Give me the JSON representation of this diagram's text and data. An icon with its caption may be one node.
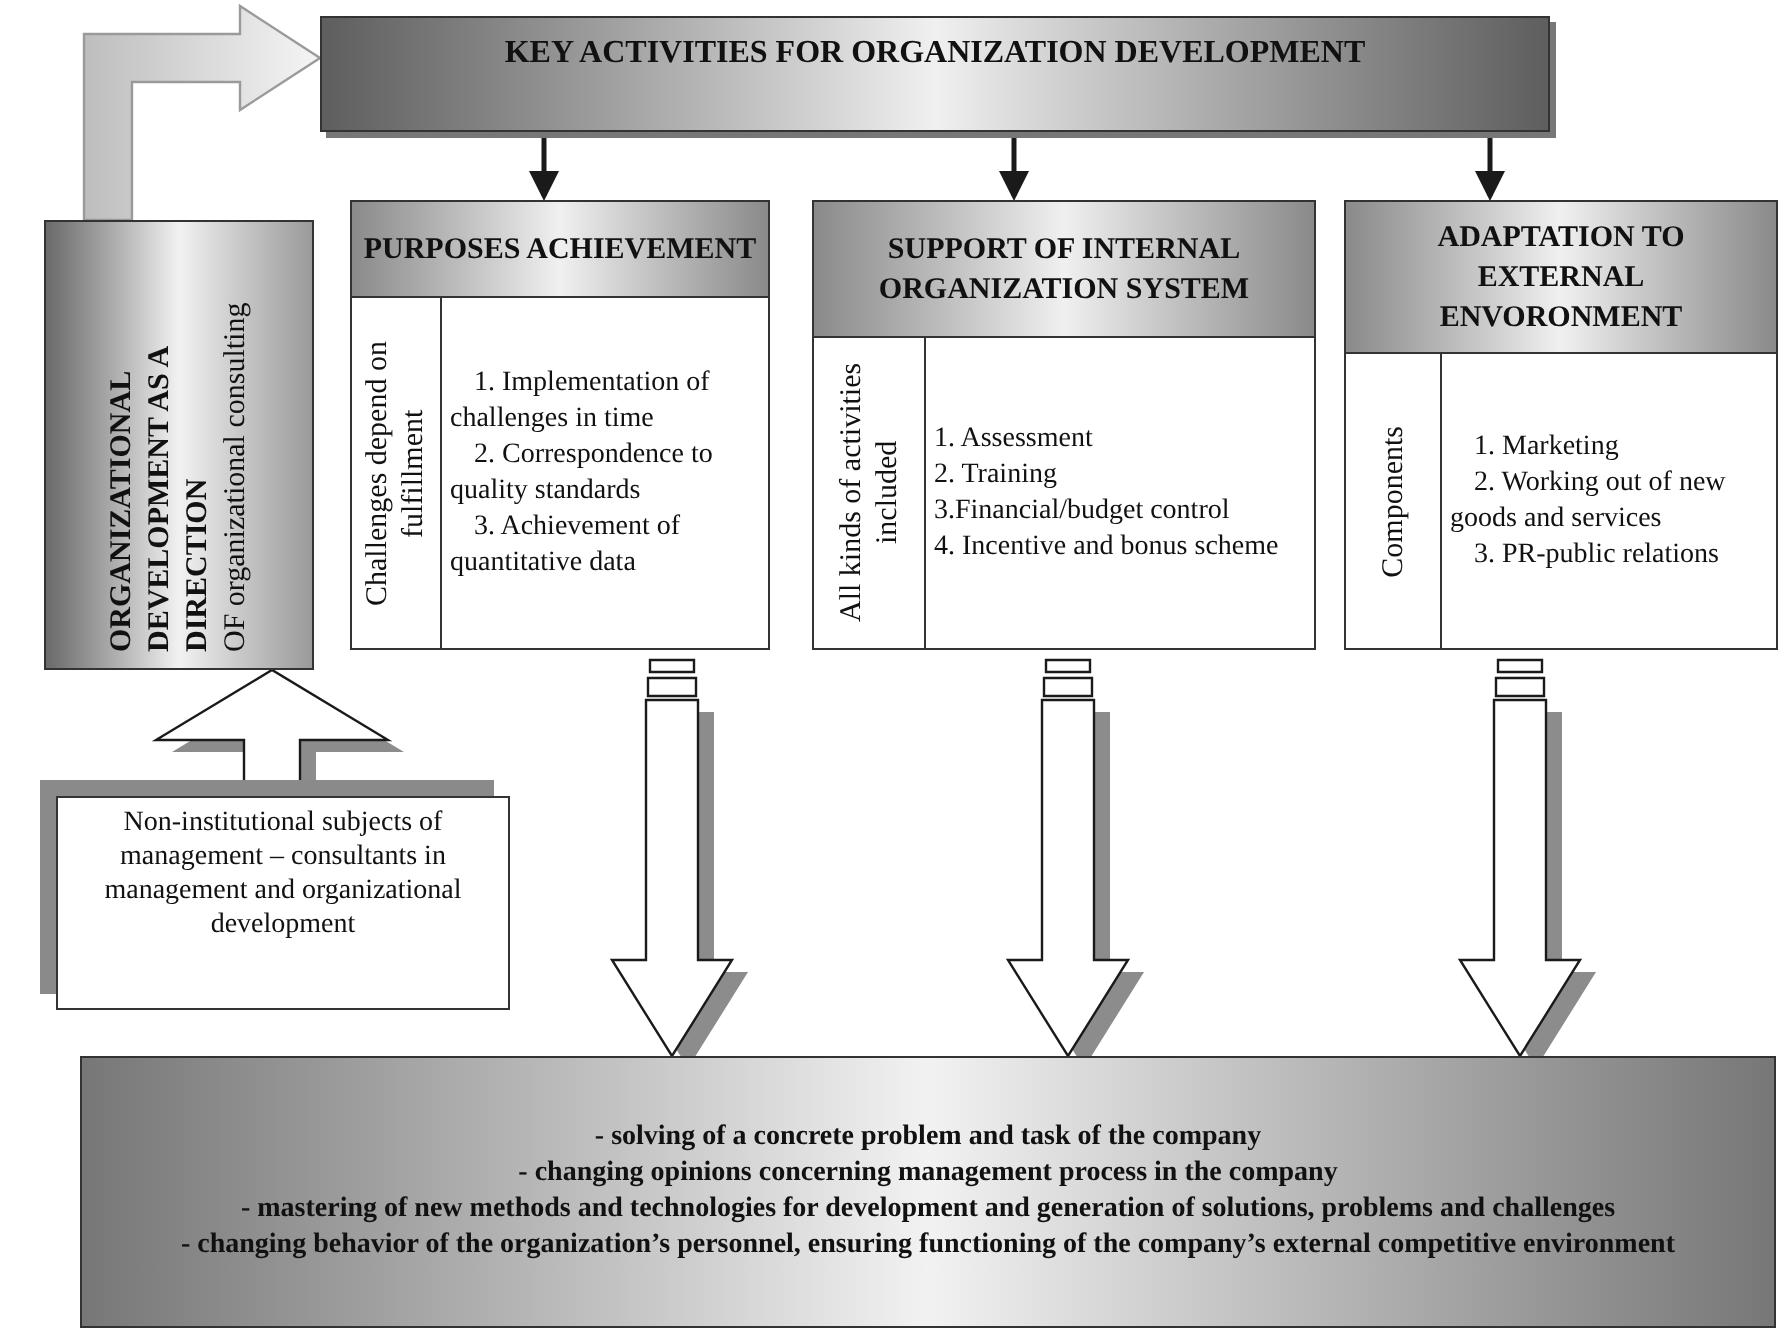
{
  "diagram": {
    "nodes": [
      {
        "text": [
          "KEY ACTIVITIES FOR ORGANIZATION DEVELOPMENT"
        ]
      },
      {
        "text": [
          "ORGANIZATIONAL DEVELOPMENT AS A DIRECTION",
          "OF organizational consulting"
        ]
      },
      {
        "text": [
          "PURPOSES ACHIEVEMENT",
          "Challenges depend on fulfillment",
          "1. Implementation of challenges in time",
          "2. Correspondence to quality standards",
          "3. Achievement of quantitative data"
        ]
      },
      {
        "text": [
          "SUPPORT OF INTERNAL ORGANIZATION SYSTEM",
          "All kinds of activities included",
          "1. Assessment",
          "2. Training",
          "3.Financial/budget control",
          "4. Incentive and bonus scheme"
        ]
      },
      {
        "text": [
          "ADAPTATION TO EXTERNAL ENVORONMENT",
          "Components",
          "1. Marketing",
          "2. Working out of new goods and services",
          "3. PR-public relations"
        ]
      },
      {
        "text": [
          "Non-institutional subjects of management – consultants in management and organizational development"
        ]
      },
      {
        "text": [
          "- solving of a concrete problem and task of the company",
          "- changing opinions concerning management process in the company",
          "- mastering of new methods and technologies for development and generation of solutions, problems and challenges",
          "- changing behavior of the organization’s personnel, ensuring functioning of the company’s external competitive environment"
        ]
      }
    ],
    "edges": [
      {
        "from": 1,
        "to": 0,
        "arrow": "to",
        "style": "thick"
      },
      {
        "from": 0,
        "to": 2,
        "arrow": "to"
      },
      {
        "from": 0,
        "to": 3,
        "arrow": "to"
      },
      {
        "from": 0,
        "to": 4,
        "arrow": "to"
      },
      {
        "from": 5,
        "to": 1,
        "arrow": "to",
        "style": "thick"
      },
      {
        "from": 2,
        "to": 6,
        "arrow": "to",
        "style": "thick"
      },
      {
        "from": 3,
        "to": 6,
        "arrow": "to",
        "style": "thick"
      },
      {
        "from": 4,
        "to": 6,
        "arrow": "to",
        "style": "thick"
      }
    ]
  }
}
